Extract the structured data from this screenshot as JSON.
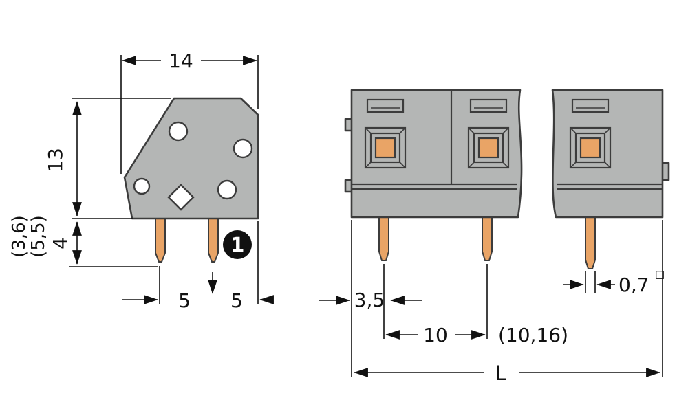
{
  "badge": "1",
  "dims": {
    "body_width": "14",
    "body_height": "13",
    "alt_height_1": "(3,6)",
    "alt_height_2": "(5,5)",
    "pin_length": "4",
    "pin_spacing_a": "5",
    "pin_spacing_b": "5",
    "edge_to_pin": "3,5",
    "pin_pitch": "10",
    "pin_pitch_alt": "(10,16)",
    "pin_width": "0,7",
    "pin_width_mark": "□",
    "total_length": "L"
  },
  "colors": {
    "bg": "#ffffff",
    "body": "#b4b6b5",
    "pin": "#e9a466",
    "line": "#3c3c3c",
    "dim": "#111111"
  }
}
